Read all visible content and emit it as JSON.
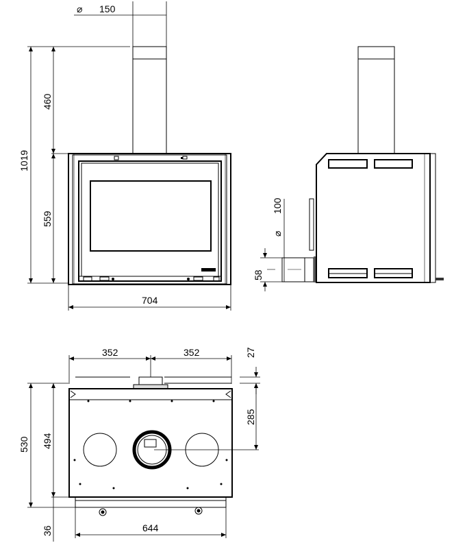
{
  "drawing": {
    "front_view": {
      "flue_diameter_symbol": "⌀",
      "flue_diameter": "150",
      "overall_height": "1019",
      "flue_height": "460",
      "body_height": "559",
      "width": "704"
    },
    "side_view": {
      "air_inlet_diameter_symbol": "⌀",
      "air_inlet_diameter": "100",
      "air_inlet_height": "58"
    },
    "top_view": {
      "half_width_left": "352",
      "half_width_right": "352",
      "flue_offset_top": "27",
      "flue_center_depth": "285",
      "overall_depth": "530",
      "body_depth": "494",
      "base_offset": "36",
      "base_width": "644"
    }
  }
}
